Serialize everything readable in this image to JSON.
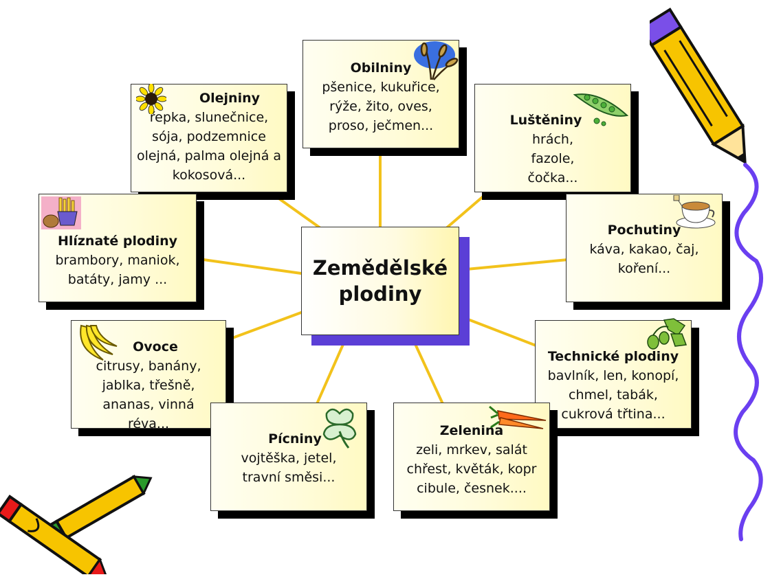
{
  "center_title": "Zemědělské plodiny",
  "categories": [
    {
      "id": "obilniny",
      "title": "Obilniny",
      "text": "pšenice, kukuřice, rýže, žito, oves, proso, ječmen...",
      "icon": "wheat-icon"
    },
    {
      "id": "olejniny",
      "title": "Olejniny",
      "text": "řepka, slunečnice, sója, podzemnice olejná, palma olejná a kokosová...",
      "icon": "sunflower-icon"
    },
    {
      "id": "lusteniny",
      "title": "Luštěniny",
      "text": "hrách, fazole, čočka...",
      "icon": "pea-pod-icon"
    },
    {
      "id": "hliznate",
      "title": "Hlíznaté plodiny",
      "text": "brambory, maniok, batáty, jamy ...",
      "icon": "potato-fries-icon"
    },
    {
      "id": "pochutiny",
      "title": "Pochutiny",
      "text": "káva, kakao, čaj, koření...",
      "icon": "tea-cup-icon"
    },
    {
      "id": "ovoce",
      "title": "Ovoce",
      "text": "citrusy, banány, jablka, třešně, ananas, vinná réva...",
      "icon": "banana-icon"
    },
    {
      "id": "technicke",
      "title": "Technické plodiny",
      "text": "bavlník, len, konopí, chmel, tabák, cukrová třtina...",
      "icon": "hops-icon"
    },
    {
      "id": "picniny",
      "title": "Pícniny",
      "text": "vojtěška, jetel, travní směsi...",
      "icon": "clover-icon"
    },
    {
      "id": "zelenina",
      "title": "Zelenina",
      "text": "zeli, mrkev, salát chřest, květák, kopr cibule, česnek....",
      "icon": "carrot-icon"
    }
  ],
  "colors": {
    "connector": "#f2c21b",
    "center_shadow": "#5b3fd6",
    "squiggle": "#6a3ff0",
    "pencil": "#f5c400"
  },
  "decorations": [
    "pencil-icon",
    "crayons-icon",
    "squiggle-line"
  ]
}
